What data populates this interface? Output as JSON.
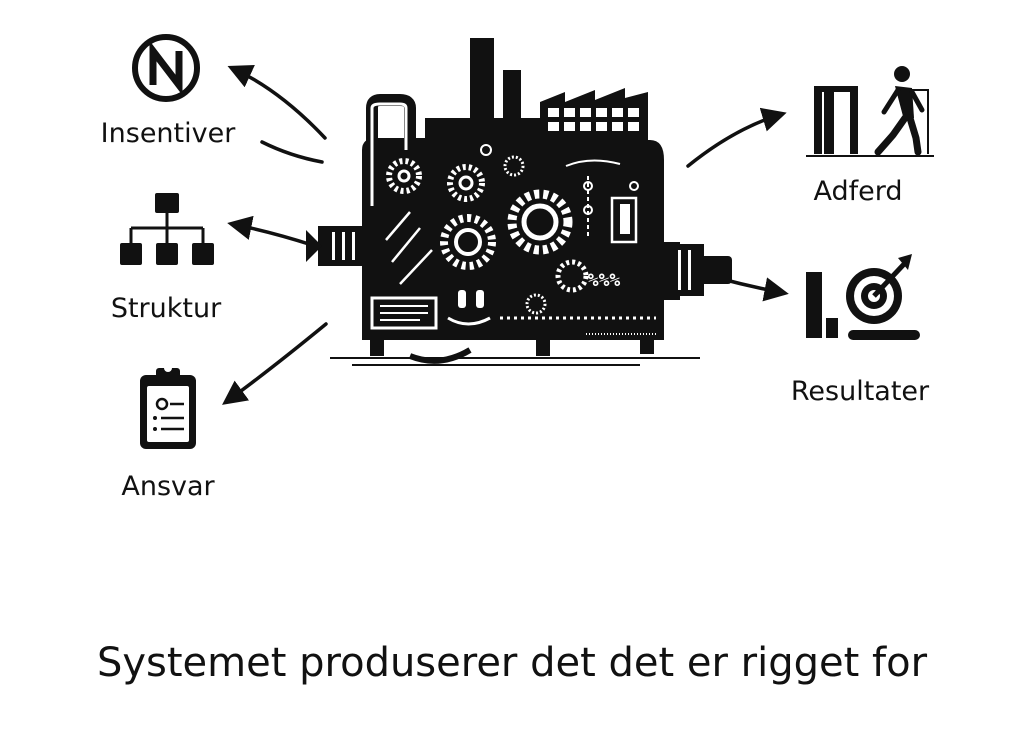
{
  "labels": {
    "incentives": "Insentiver",
    "structure": "Struktur",
    "responsibility": "Ansvar",
    "behavior": "Adferd",
    "results": "Resultater"
  },
  "machine": {
    "panel_text": "%%%"
  },
  "caption": "Systemet produserer det det er rigget for",
  "icons": {
    "incentives": "n-circle-icon",
    "structure": "org-chart-icon",
    "responsibility": "clipboard-icon",
    "behavior": "person-walking-through-door-icon",
    "results": "target-bar-chart-icon",
    "center": "factory-machine-icon"
  },
  "colors": {
    "ink": "#111111",
    "background": "#ffffff"
  }
}
